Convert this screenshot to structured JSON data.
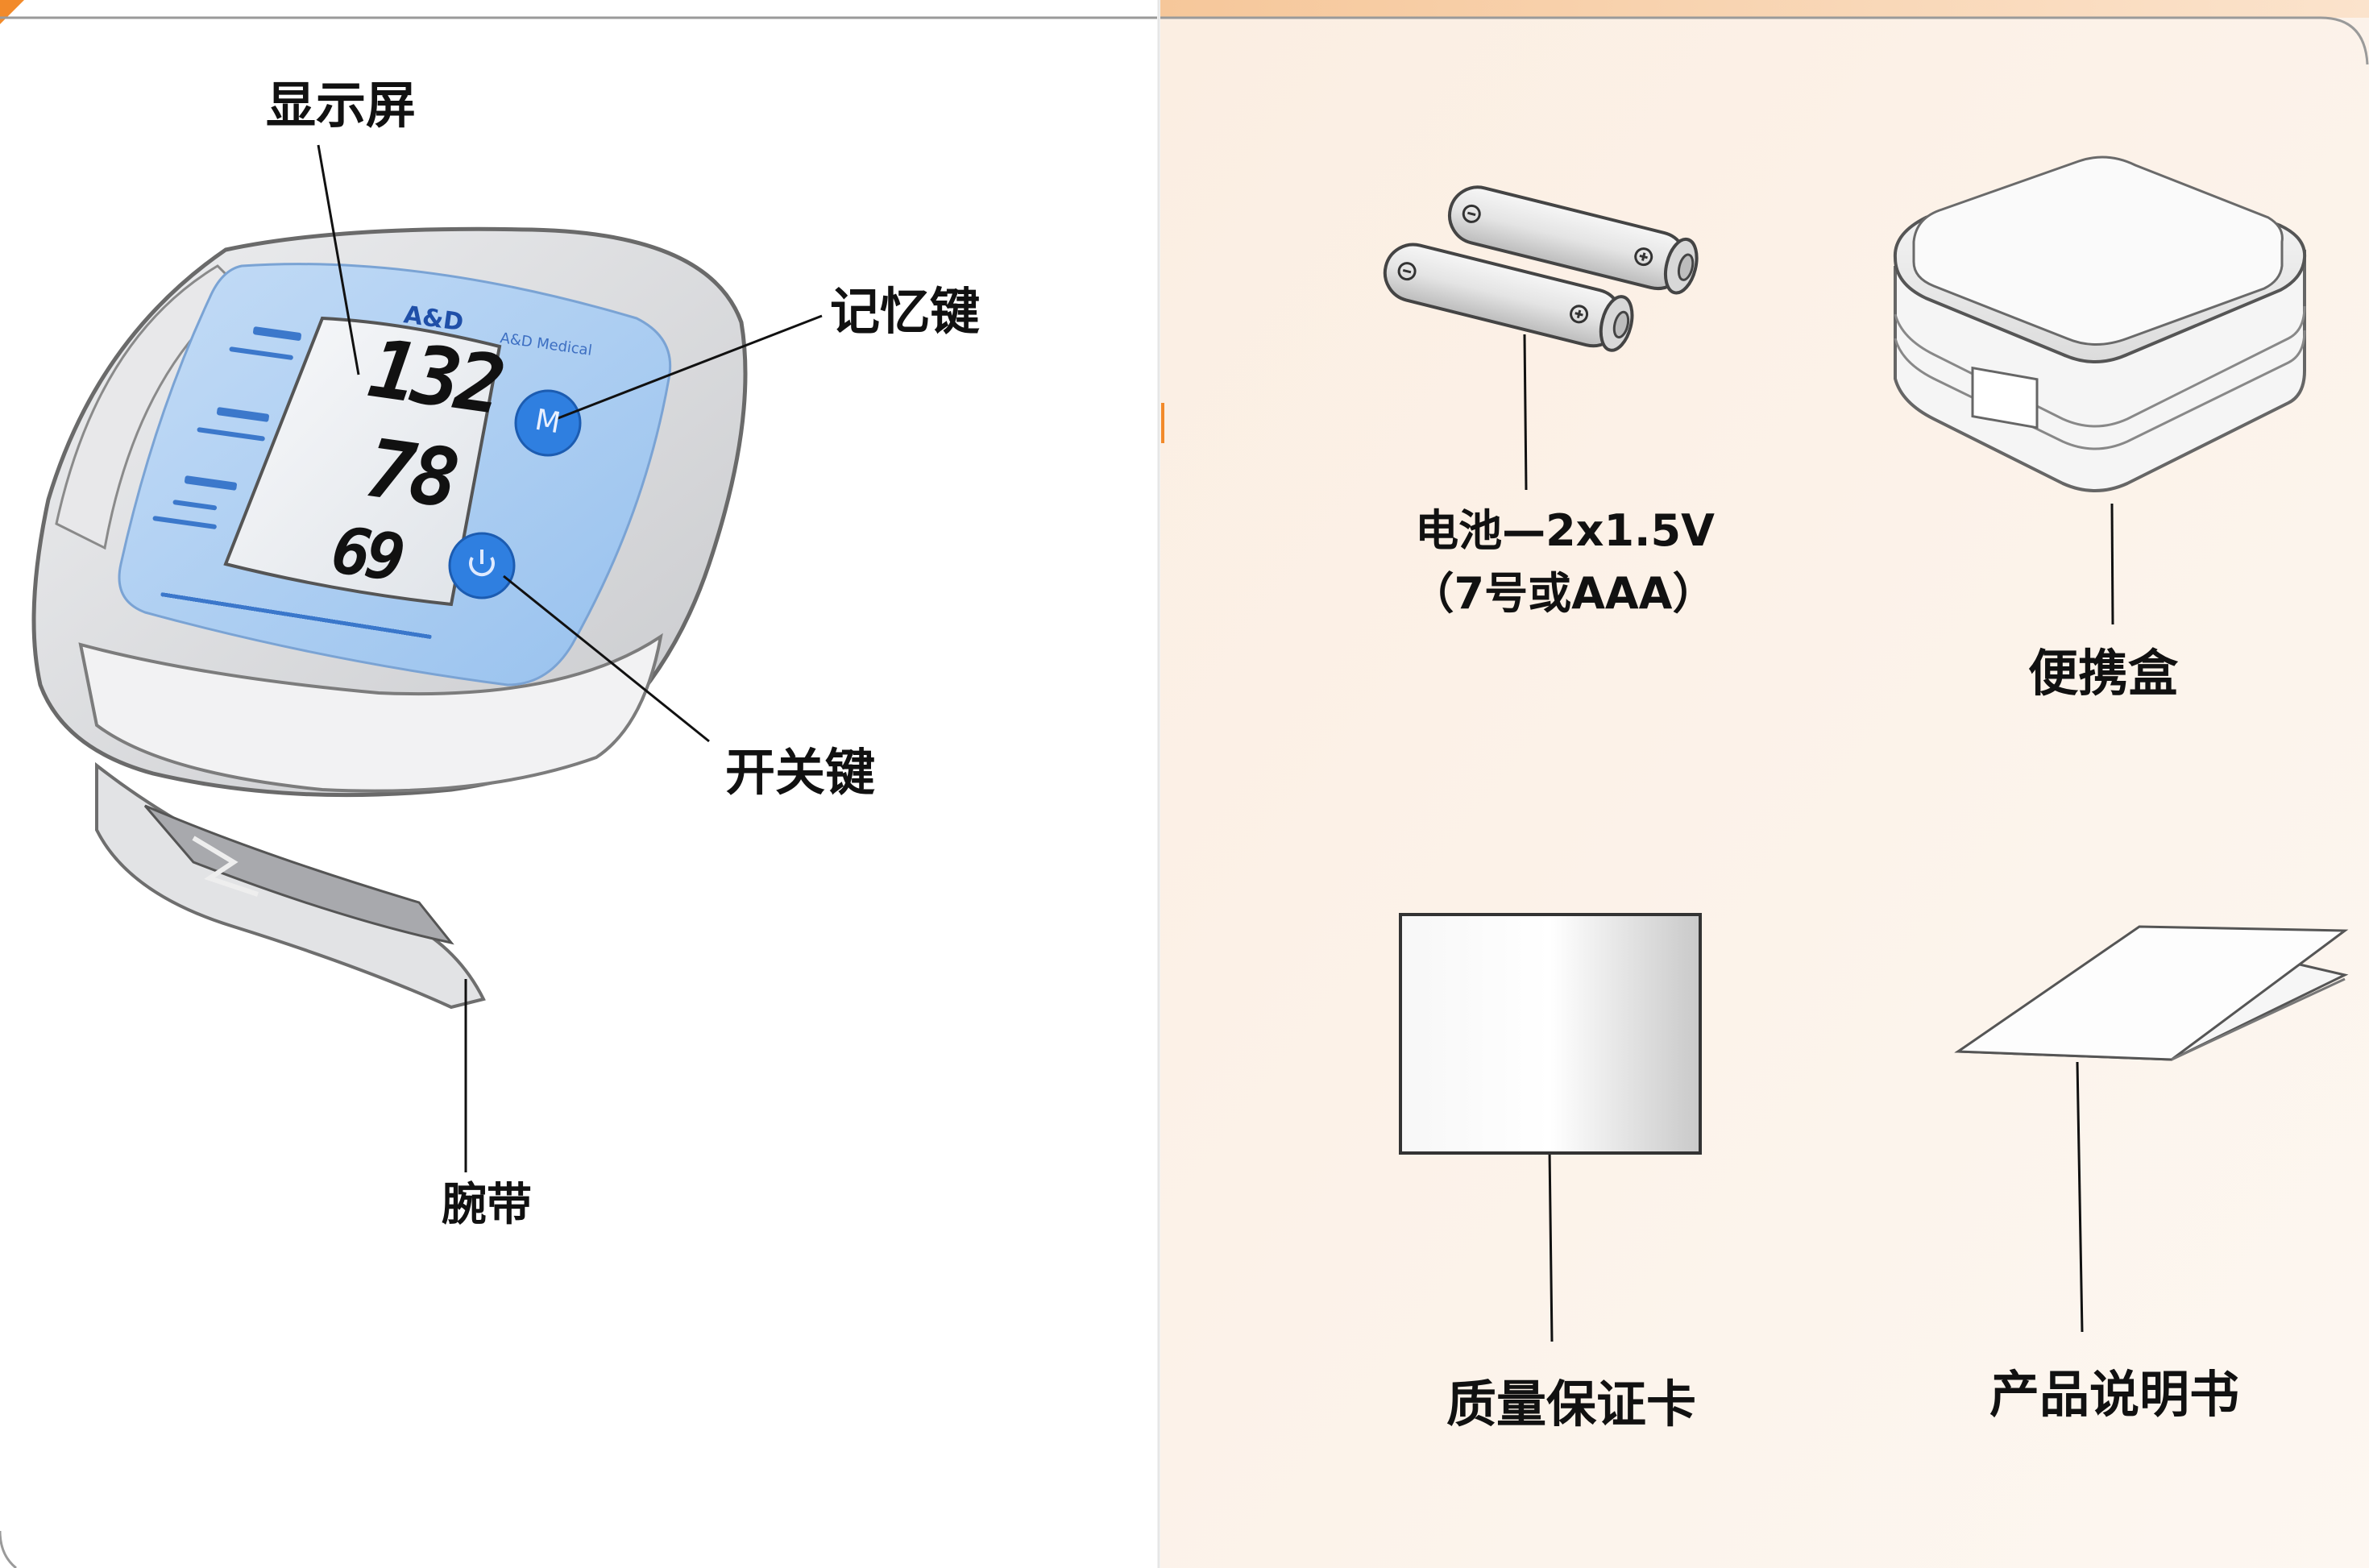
{
  "device_labels": {
    "display": "显示屏",
    "memory_key": "记忆键",
    "power_key": "开关键",
    "wrist_strap": "腕带"
  },
  "device_screen": {
    "brand": "A&D",
    "readings": [
      "132",
      "78",
      "69"
    ],
    "memory_button": "M"
  },
  "accessories": {
    "battery_line1": "电池—2x1.5V",
    "battery_line2": "（7号或AAA）",
    "case": "便携盒",
    "warranty_card": "质量保证卡",
    "manual": "产品说明书"
  },
  "colors": {
    "accent": "#f28a2a",
    "screen_blue": "#a9cdf2",
    "button_blue": "#2f7fe0",
    "line": "#111111",
    "device_gray": "#d9dadc",
    "right_panel": "#fdf4ec"
  },
  "icons": [
    "power-icon"
  ]
}
